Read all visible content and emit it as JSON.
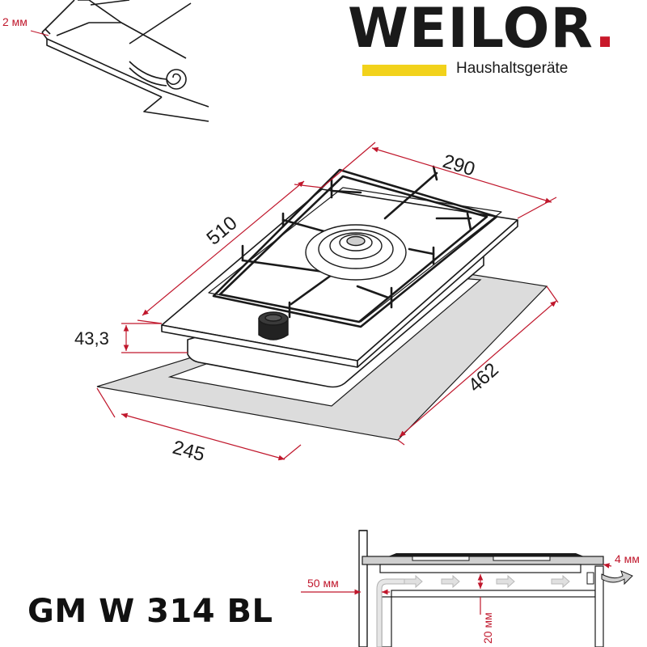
{
  "brand": {
    "name": "WEILOR",
    "dot": ".",
    "tagline": "Haushaltsgeräte",
    "accent_color": "#f2d21b",
    "dot_color": "#c8182a"
  },
  "model": "GM W 314 BL",
  "dimensions": {
    "depth_top": "290",
    "length_top": "510",
    "height": "43,3",
    "cutout_width": "245",
    "cutout_length": "462"
  },
  "detail_seal": {
    "thickness": "2 мм"
  },
  "detail_ventilation": {
    "gap_side": "50 мм",
    "gap_bottom": "20 мм",
    "gap_rear": "4 мм"
  },
  "colors": {
    "dimension_line": "#c0172c",
    "outline": "#1a1a1a",
    "cutout_fill": "#dcdcdc",
    "arrow_fill": "#c8c8c8"
  }
}
